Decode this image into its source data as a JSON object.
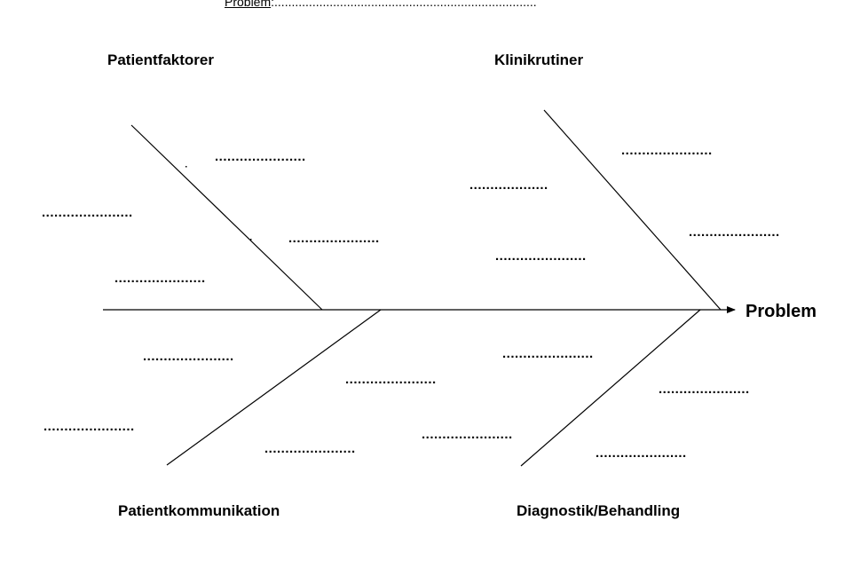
{
  "header": {
    "label": "Problem",
    "blank": ":............................................................................"
  },
  "categories": {
    "top_left": "Patientfaktorer",
    "top_right": "Klinikrutiner",
    "bottom_left": "Patientkommunikation",
    "bottom_right": "Diagnostik/Behandling"
  },
  "head_label": "Problem",
  "cause_placeholders": {
    "top_left": [
      "......................",
      "......................",
      "......................",
      "......................"
    ],
    "top_right": [
      "......................",
      "...................",
      "......................",
      "......................"
    ],
    "bottom_left": [
      "......................",
      "......................",
      "......................",
      "......................"
    ],
    "bottom_right": [
      "......................",
      "......................",
      "......................",
      "......................"
    ]
  }
}
